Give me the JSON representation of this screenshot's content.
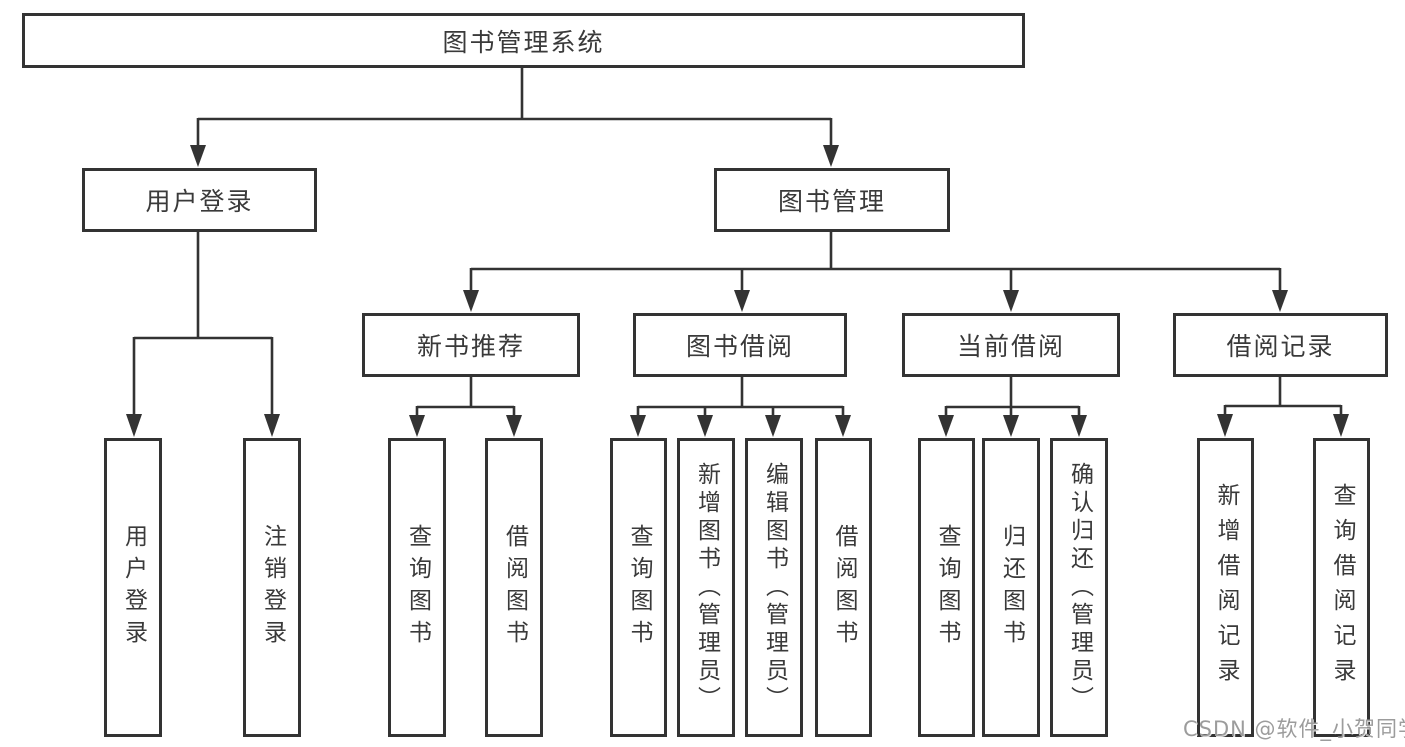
{
  "diagram": {
    "title": "图书管理系统",
    "root": {
      "label": "图书管理系统"
    },
    "level2": [
      {
        "label": "用户登录"
      },
      {
        "label": "图书管理"
      }
    ],
    "level3": [
      {
        "label": "新书推荐",
        "parent": "图书管理"
      },
      {
        "label": "图书借阅",
        "parent": "图书管理"
      },
      {
        "label": "当前借阅",
        "parent": "图书管理"
      },
      {
        "label": "借阅记录",
        "parent": "图书管理"
      }
    ],
    "leaves": [
      {
        "label": "用户登录",
        "parent": "用户登录"
      },
      {
        "label": "注销登录",
        "parent": "用户登录"
      },
      {
        "label": "查询图书",
        "parent": "新书推荐"
      },
      {
        "label": "借阅图书",
        "parent": "新书推荐"
      },
      {
        "label": "查询图书",
        "parent": "图书借阅"
      },
      {
        "label": "新增图书（管理员）",
        "parent": "图书借阅"
      },
      {
        "label": "编辑图书（管理员）",
        "parent": "图书借阅"
      },
      {
        "label": "借阅图书",
        "parent": "图书借阅"
      },
      {
        "label": "查询图书",
        "parent": "当前借阅"
      },
      {
        "label": "归还图书",
        "parent": "当前借阅"
      },
      {
        "label": "确认归还（管理员）",
        "parent": "当前借阅"
      },
      {
        "label": "新增借阅记录",
        "parent": "借阅记录"
      },
      {
        "label": "查询借阅记录",
        "parent": "借阅记录"
      }
    ],
    "watermark": "CSDN @软件_小贺同学",
    "colors": {
      "line": "#333333",
      "text": "#3a3a3a",
      "background": "#ffffff",
      "watermark": "#9c9c9c"
    }
  }
}
